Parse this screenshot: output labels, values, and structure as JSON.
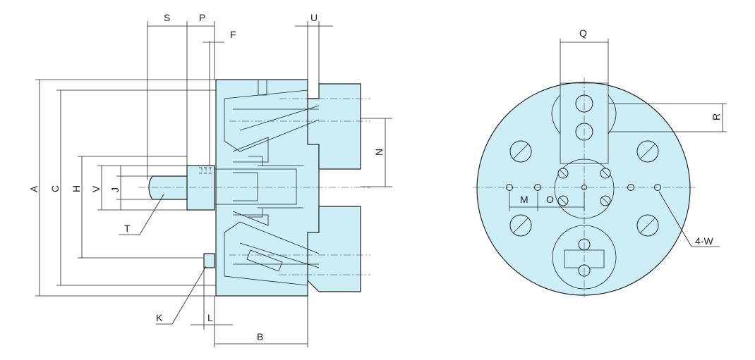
{
  "dimensions": {
    "A": "A",
    "C": "C",
    "H": "H",
    "V": "V",
    "J": "J",
    "S": "S",
    "P": "P",
    "F": "F",
    "U": "U",
    "N": "N",
    "T": "T",
    "K": "K",
    "L": "L",
    "B": "B",
    "Q": "Q",
    "R": "R",
    "M": "M",
    "O": "O"
  },
  "callouts": {
    "holes": "4-W"
  },
  "colors": {
    "part_fill": "#cdeef6",
    "line": "#222222"
  }
}
